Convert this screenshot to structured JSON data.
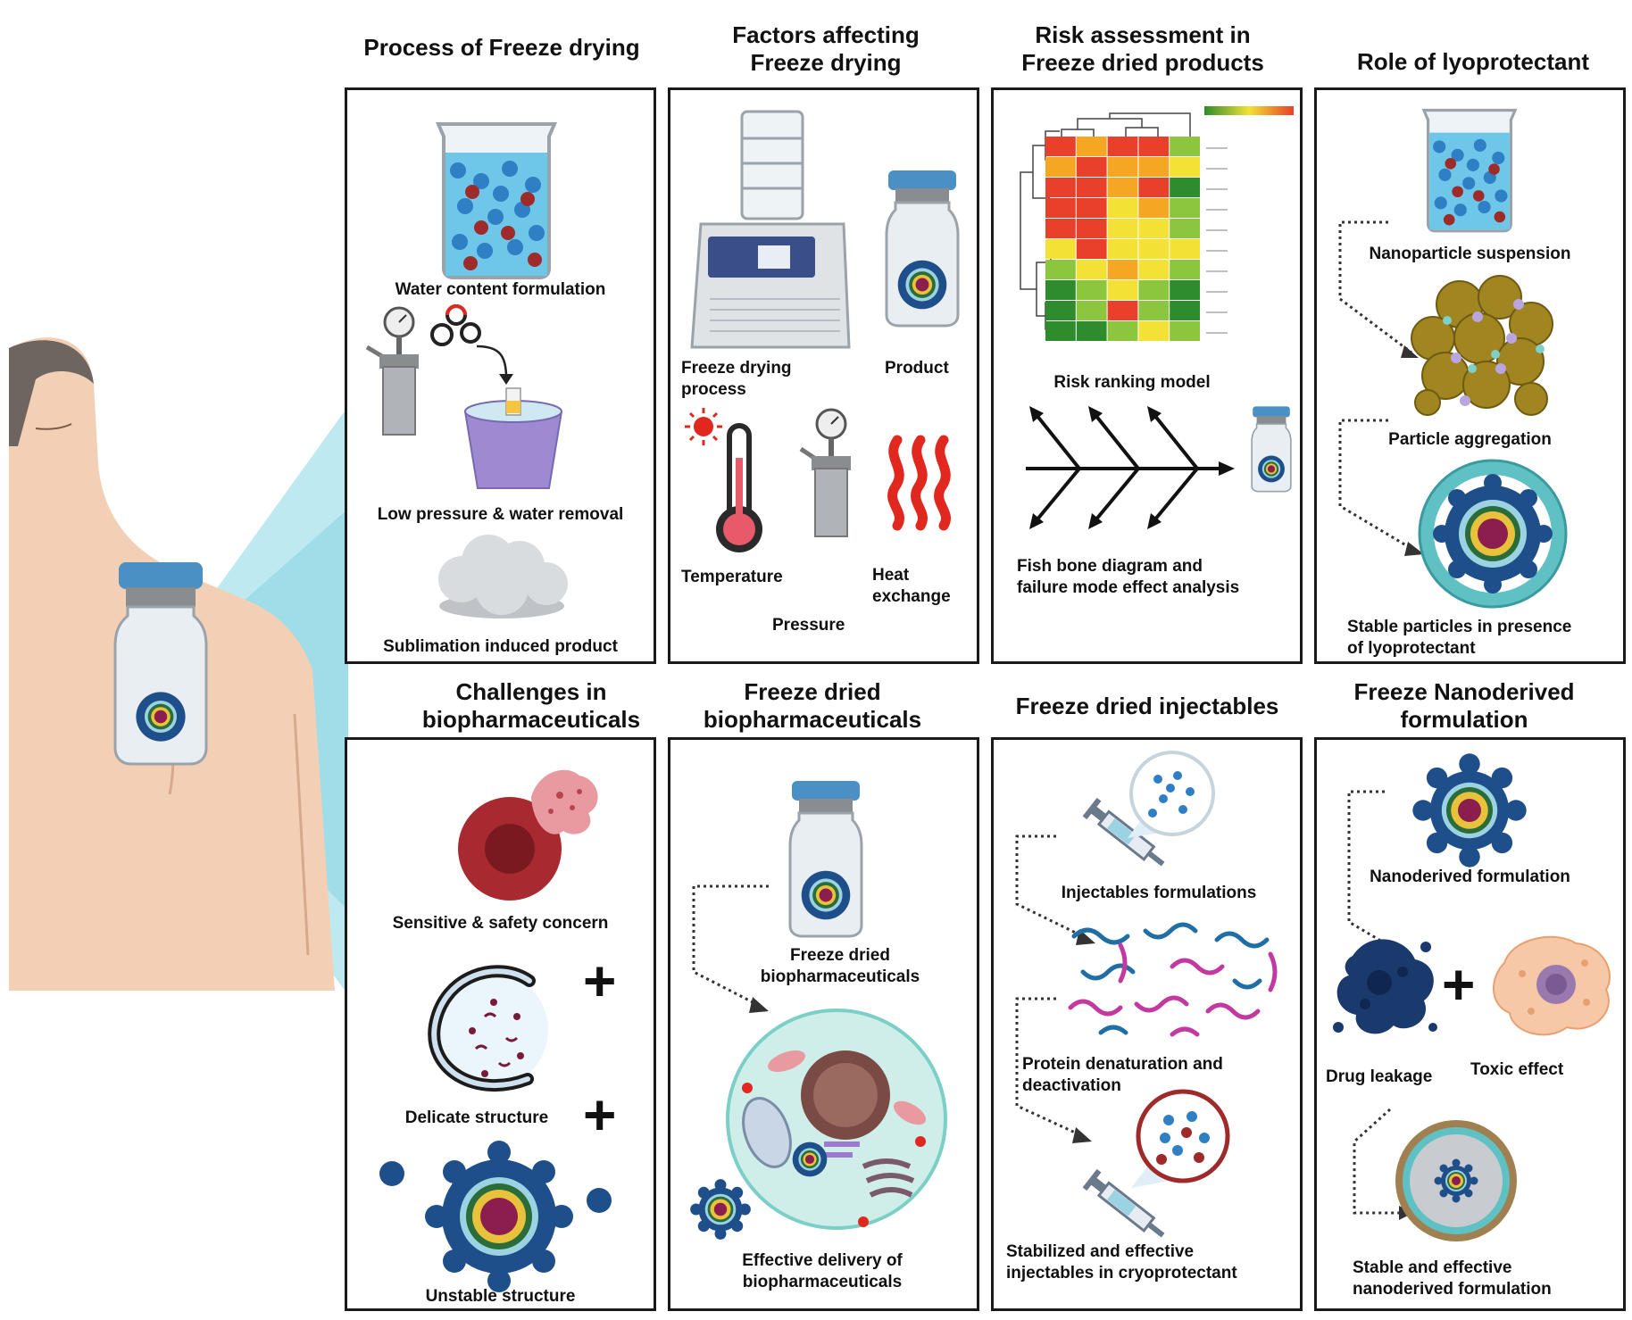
{
  "titles": {
    "process": "Process of Freeze drying",
    "factors": "Factors affecting Freeze drying",
    "risk": "Risk assessment in Freeze dried products",
    "role": "Role of lyoprotectant",
    "challenges": "Challenges in biopharmaceuticals",
    "fdbio": "Freeze dried biopharmaceuticals",
    "injectables": "Freeze dried injectables",
    "nano": "Freeze Nanoderived formulation"
  },
  "captions": {
    "water": "Water content formulation",
    "lowp": "Low pressure & water removal",
    "sublimation": "Sublimation induced product",
    "fdprocess": "Freeze drying\nprocess",
    "product": "Product",
    "temperature": "Temperature",
    "heat": "Heat\nexchange",
    "pressure": "Pressure",
    "riskrank": "Risk ranking model",
    "fishbone": "Fish bone diagram and\nfailure mode effect analysis",
    "nps": "Nanoparticle suspension",
    "aggregation": "Particle aggregation",
    "stable": "Stable particles in presence\nof lyoprotectant",
    "sensitive": "Sensitive & safety concern",
    "delicate": "Delicate structure",
    "unstable": "Unstable structure",
    "fdb": "Freeze dried\nbiopharmaceuticals",
    "effective": "Effective delivery of\nbiopharmaceuticals",
    "injf": "Injectables formulations",
    "protein": "Protein denaturation and\ndeactivation",
    "stabinj": "Stabilized and effective\ninjectables in cryoprotectant",
    "nanodf": "Nanoderived formulation",
    "leakage": "Drug leakage",
    "toxic": "Toxic effect",
    "stablenano": "Stable and effective\nnanoderived formulation"
  },
  "symbols": {
    "plus": "+"
  },
  "icons": [
    "patient-figure",
    "vial-icon",
    "beaker-icon",
    "pressure-gauge-icon",
    "bucket-icon",
    "cloud-icon",
    "freeze-dryer-icon",
    "thermometer-icon",
    "sun-icon",
    "heat-wave-icon",
    "fishbone-diagram",
    "aggregation-cluster",
    "nanoparticle-icon",
    "cell-icon",
    "liposome-icon",
    "syringe-icon",
    "protein-strand-icon"
  ],
  "colors": {
    "vial_cap": "#4a90c4",
    "nano_blue": "#1f4f8a",
    "nano_core": "#8b1e4e",
    "beaker_water": "#6ec7e8",
    "teal": "#5fc1c4",
    "heat_red": "#e0281e",
    "gold": "#a08520",
    "bucket": "#9d8ad0"
  },
  "chart_data": {
    "type": "heatmap",
    "rows": 10,
    "cols": 5,
    "palette": [
      "#2e8b2e",
      "#8cc63f",
      "#f3e135",
      "#f5a623",
      "#e8402a"
    ],
    "grid": [
      [
        4,
        3,
        4,
        4,
        1
      ],
      [
        3,
        4,
        3,
        3,
        2
      ],
      [
        4,
        4,
        3,
        4,
        0
      ],
      [
        4,
        4,
        2,
        3,
        1
      ],
      [
        4,
        4,
        2,
        2,
        1
      ],
      [
        2,
        4,
        2,
        2,
        2
      ],
      [
        1,
        2,
        3,
        2,
        1
      ],
      [
        0,
        1,
        2,
        1,
        0
      ],
      [
        0,
        1,
        4,
        1,
        0
      ],
      [
        0,
        0,
        1,
        2,
        1
      ]
    ]
  }
}
